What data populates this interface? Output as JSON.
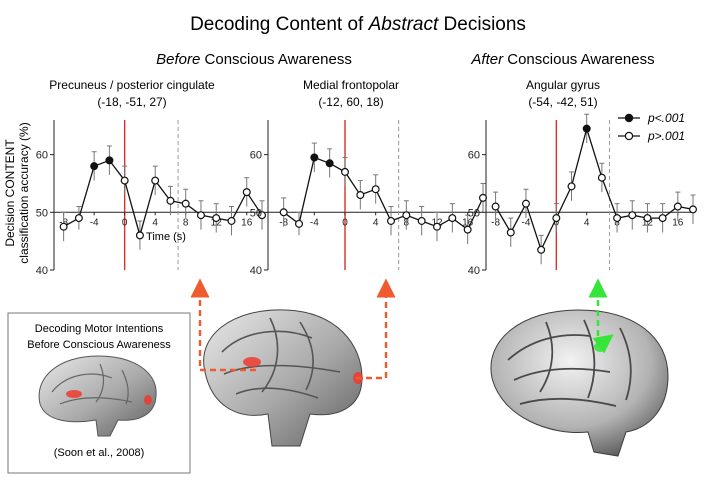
{
  "figure": {
    "title_prefix": "Decoding Content of ",
    "title_emph": "Abstract",
    "title_suffix": " Decisions",
    "before_label_emph": "Before",
    "before_label_rest": " Conscious Awareness",
    "after_label_emph": "After",
    "after_label_rest": " Conscious Awareness",
    "ylabel_line1": "Decision CONTENT",
    "ylabel_line2": "classification accuracy (%)",
    "xlabel": "Time (s)",
    "inset_line1": "Decoding Motor Intentions",
    "inset_line2": "Before Conscious Awareness",
    "inset_citation": "(Soon et al., 2008)",
    "colors": {
      "onset_line": "#d9302c",
      "awareness_line": "#9a9a9a",
      "arrow_before": "#ef5a2f",
      "arrow_after": "#35e53a",
      "marker": "#111111"
    },
    "icons": [
      "brain-inset-image",
      "brain-sagittal-image",
      "brain-3d-image"
    ]
  },
  "chart_data": [
    {
      "type": "line",
      "title": "Precuneus / posterior cingulate",
      "subtitle": "(-18, -51, 27)",
      "xlabel": "Time (s)",
      "ylabel": "Decision CONTENT classification accuracy (%)",
      "xlim": [
        -9,
        18
      ],
      "ylim": [
        40,
        66
      ],
      "x_ticks": [
        "-8",
        "-4",
        "0",
        "4",
        "8",
        "12",
        "16"
      ],
      "y_ticks": [
        "40",
        "50",
        "60"
      ],
      "onset_x": 0,
      "awareness_x": 7,
      "x": [
        -8,
        -6,
        -4,
        -2,
        0,
        2,
        4,
        6,
        8,
        10,
        12,
        14,
        16,
        18
      ],
      "values": [
        47.5,
        49,
        58,
        59,
        55.5,
        46,
        55.5,
        52,
        51.5,
        49.5,
        49,
        48.5,
        53.5,
        49.5
      ],
      "significant": [
        false,
        false,
        true,
        true,
        false,
        false,
        false,
        false,
        false,
        false,
        false,
        false,
        false,
        false
      ],
      "error": [
        2.5,
        2,
        2.5,
        2.5,
        2.5,
        2.5,
        2.5,
        2.5,
        2.5,
        2.5,
        2.5,
        2.5,
        2.5,
        2.5
      ]
    },
    {
      "type": "line",
      "title": "Medial frontopolar",
      "subtitle": "(-12, 60, 18)",
      "xlabel": "",
      "ylabel": "",
      "xlim": [
        -9,
        18
      ],
      "ylim": [
        40,
        66
      ],
      "x_ticks": [
        "-8",
        "-4",
        "0",
        "4",
        "8",
        "12",
        "16"
      ],
      "y_ticks": [
        "40",
        "50",
        "60"
      ],
      "onset_x": 0,
      "awareness_x": 7,
      "x": [
        -8,
        -6,
        -4,
        -2,
        0,
        2,
        4,
        6,
        8,
        10,
        12,
        14,
        16,
        18
      ],
      "values": [
        50,
        48,
        59.5,
        58.5,
        57,
        53,
        54,
        48.5,
        49.5,
        48.5,
        47.5,
        49,
        47,
        52.5
      ],
      "significant": [
        false,
        false,
        true,
        true,
        false,
        false,
        false,
        false,
        false,
        false,
        false,
        false,
        false,
        false
      ],
      "error": [
        2.5,
        2,
        2.5,
        2.5,
        2.5,
        2.5,
        2.5,
        2.5,
        2.5,
        2.5,
        2.5,
        2.5,
        2.5,
        2.5
      ]
    },
    {
      "type": "line",
      "title": "Angular gyrus",
      "subtitle": "(-54, -42, 51)",
      "xlabel": "",
      "ylabel": "",
      "xlim": [
        -9,
        18
      ],
      "ylim": [
        40,
        66
      ],
      "x_ticks": [
        "-8",
        "-4",
        "0",
        "4",
        "8",
        "12",
        "16"
      ],
      "y_ticks": [
        "40",
        "50",
        "60"
      ],
      "onset_x": 0,
      "awareness_x": 7,
      "x": [
        -8,
        -6,
        -4,
        -2,
        0,
        2,
        4,
        6,
        8,
        10,
        12,
        14,
        16,
        18
      ],
      "values": [
        51,
        46.5,
        51.5,
        43.5,
        49,
        54.5,
        64.5,
        56,
        49,
        49.5,
        49,
        49,
        51,
        50.5
      ],
      "significant": [
        false,
        false,
        false,
        false,
        false,
        false,
        true,
        false,
        false,
        false,
        false,
        false,
        false,
        false
      ],
      "error": [
        2.5,
        2.5,
        2.5,
        2.5,
        2.5,
        2.5,
        2.5,
        2.5,
        2.5,
        2.5,
        2.5,
        2.5,
        2.5,
        2.5
      ]
    }
  ],
  "legend": {
    "entries": [
      {
        "label": "p<.001",
        "filled": true
      },
      {
        "label": "p>.001",
        "filled": false
      }
    ],
    "placement": "top-right"
  }
}
